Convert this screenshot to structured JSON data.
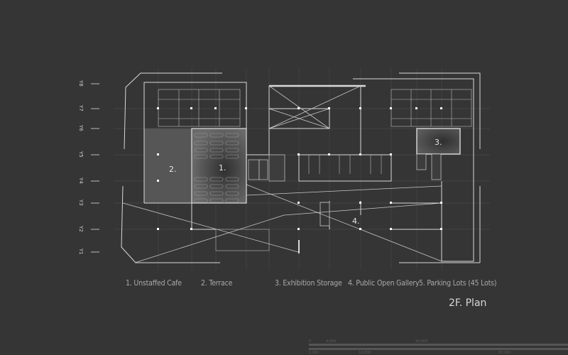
{
  "plan_title": "2F. Plan",
  "legend": [
    {
      "label": "1. Unstaffed Cafe"
    },
    {
      "label": "2. Terrace"
    },
    {
      "label": "3. Exhibition Storage"
    },
    {
      "label": "4. Public Open Gallery"
    },
    {
      "label": "5. Parking Lots (45 Lots)"
    }
  ],
  "room_labels": [
    "1.",
    "2.",
    "3.",
    "4."
  ],
  "grid_axes": [
    "Y8",
    "Y7",
    "Y6",
    "Y5",
    "Y4",
    "Y3",
    "Y2",
    "Y1"
  ],
  "scale_bar": {
    "labels_top": [
      "0",
      "4,000",
      "20,000"
    ],
    "labels_bottom": [
      "1,000",
      "10,000",
      "30,000"
    ]
  },
  "colors": {
    "background": "#353535",
    "line": "#d9d9d9",
    "grid": "#4a4a4a"
  }
}
